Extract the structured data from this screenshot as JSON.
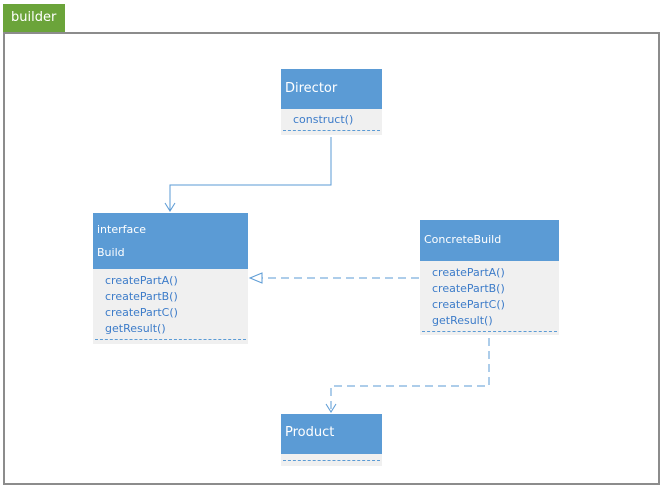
{
  "package": {
    "label": "builder"
  },
  "classes": {
    "director": {
      "name": "Director",
      "operations": [
        "construct()"
      ]
    },
    "build": {
      "stereotype": "interface",
      "name": "Build",
      "operations": [
        "createPartA()",
        "createPartB()",
        "createPartC()",
        "getResult()"
      ]
    },
    "concrete": {
      "name": "ConcreteBuild",
      "operations": [
        "createPartA()",
        "createPartB()",
        "createPartC()",
        "getResult()"
      ]
    },
    "product": {
      "name": "Product",
      "operations": []
    }
  },
  "colors": {
    "header": "#5b9bd5",
    "link": "#5b9bd5",
    "package_tab": "#6ba43a"
  }
}
